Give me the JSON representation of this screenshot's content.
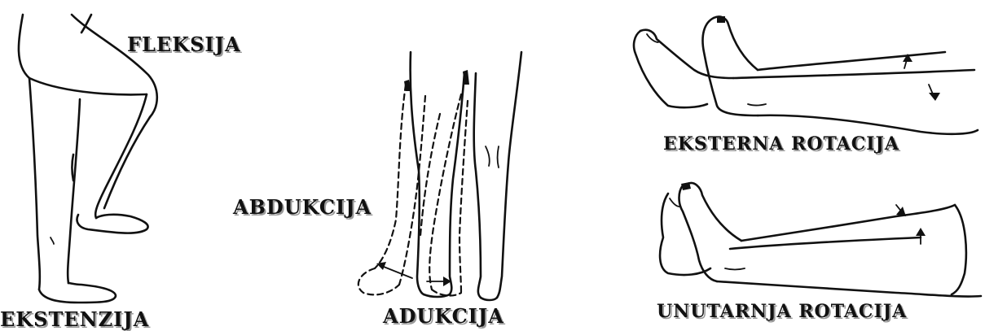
{
  "labels": {
    "fleksija": "FLEKSIJA",
    "ekstenzija": "EKSTENZIJA",
    "abdukcija": "ABDUKCIJA",
    "adukcija": "ADUKCIJA",
    "eksterna_rotacija": "EKSTERNA ROTACIJA",
    "unutarnja_rotacija": "UNUTARNJA ROTACIJA"
  }
}
